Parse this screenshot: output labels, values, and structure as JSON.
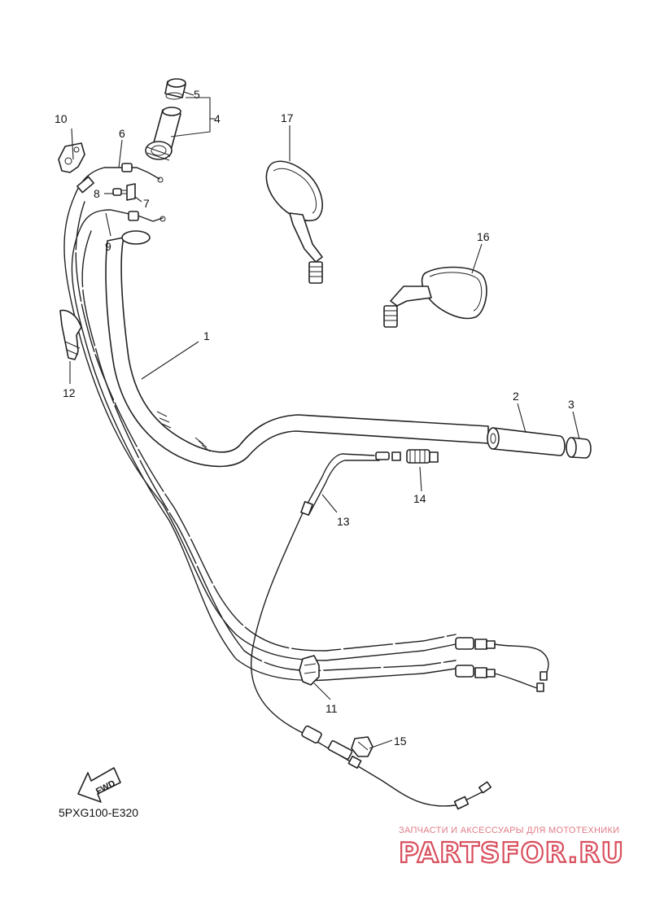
{
  "diagram": {
    "code": "5PXG100-E320",
    "fwd_label": "FWD",
    "callouts": [
      {
        "id": "1",
        "label": "1"
      },
      {
        "id": "2",
        "label": "2"
      },
      {
        "id": "3",
        "label": "3"
      },
      {
        "id": "4",
        "label": "4"
      },
      {
        "id": "5",
        "label": "5"
      },
      {
        "id": "6",
        "label": "6"
      },
      {
        "id": "7",
        "label": "7"
      },
      {
        "id": "8",
        "label": "8"
      },
      {
        "id": "9",
        "label": "9"
      },
      {
        "id": "10",
        "label": "10"
      },
      {
        "id": "11",
        "label": "11"
      },
      {
        "id": "12",
        "label": "12"
      },
      {
        "id": "13",
        "label": "13"
      },
      {
        "id": "14",
        "label": "14"
      },
      {
        "id": "15",
        "label": "15"
      },
      {
        "id": "16",
        "label": "16"
      },
      {
        "id": "17",
        "label": "17"
      }
    ]
  },
  "watermark": {
    "tagline": "ЗАПЧАСТИ И АКСЕССУАРЫ ДЛЯ МОТОТЕХНИКИ",
    "brand": "PARTSFOR.RU",
    "color": "#d94f5e"
  }
}
